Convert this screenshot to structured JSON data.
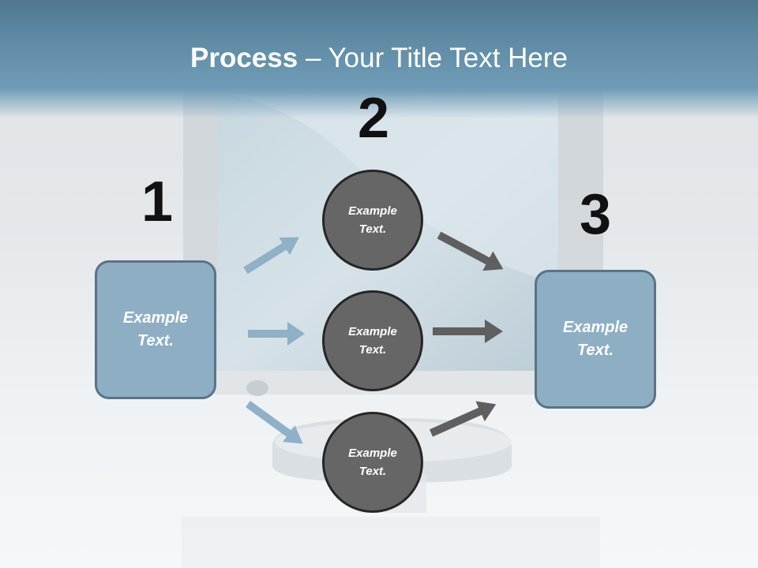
{
  "slide": {
    "title_bold": "Process",
    "title_rest": " – Your Title Text Here"
  },
  "steps": [
    {
      "number": "1",
      "text": "Example Text."
    },
    {
      "number": "2",
      "circles": [
        "Example Text.",
        "Example Text.",
        "Example Text."
      ]
    },
    {
      "number": "3",
      "text": "Example Text."
    }
  ],
  "colors": {
    "header": "#5f8ba5",
    "box_fill": "#8eaec4",
    "box_border": "#5a7386",
    "circle_fill": "#666666",
    "circle_border": "#262626",
    "arrow_in": "#8fb0c6",
    "arrow_out": "#5f5f5f"
  }
}
